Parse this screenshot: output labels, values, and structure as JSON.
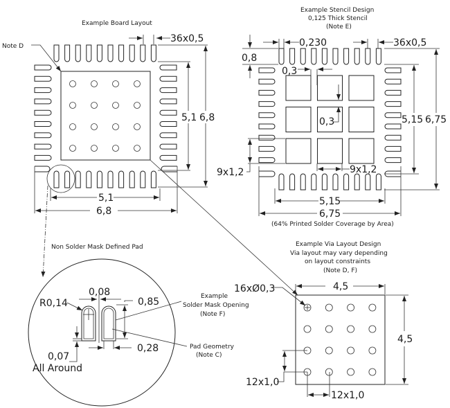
{
  "board": {
    "title": "Example Board Layout",
    "note_d": "Note D",
    "pitch_label": "36x0,5",
    "inner_dim": "5,1",
    "outer_dim": "6,8",
    "inner_dim_v": "5,1",
    "outer_dim_v": "6,8",
    "pads_per_side": 9,
    "top_pads": 10,
    "via_grid": [
      4,
      4
    ]
  },
  "stencil": {
    "title_lines": [
      "Example Stencil Design",
      "0,125 Thick Stencil",
      "(Note E)"
    ],
    "pad_length": "0,8",
    "pad_width": "0,230",
    "pitch_label": "36x0,5",
    "gap_h": "0,3",
    "gap_v": "0,3",
    "square_v": "9x1,2",
    "square_h": "9x1,2",
    "inner_dim": "5,15",
    "outer_dim": "6,75",
    "inner_dim_v": "5,15",
    "outer_dim_v": "6,75",
    "coverage": "(64% Printed Solder Coverage by Area)",
    "square_grid": [
      3,
      3
    ]
  },
  "pad_detail": {
    "title": "Non Solder Mask Defined Pad",
    "radius": "R0,14",
    "gap": "0,08",
    "length": "0,85",
    "width": "0,28",
    "clearance": "0,07",
    "clearance_note": "All Around",
    "mask_label_lines": [
      "Example",
      "Solder Mask Opening",
      "(Note F)"
    ],
    "pad_label_lines": [
      "Pad Geometry",
      "(Note C)"
    ]
  },
  "via": {
    "title_lines": [
      "Example Via Layout Design",
      "Via layout may vary depending",
      "on layout constraints",
      "(Note D, F)"
    ],
    "via_count": "16xØ0,3",
    "width": "4,5",
    "height": "4,5",
    "pitch_v": "12x1,0",
    "pitch_h": "12x1,0",
    "via_grid": [
      4,
      4
    ]
  }
}
